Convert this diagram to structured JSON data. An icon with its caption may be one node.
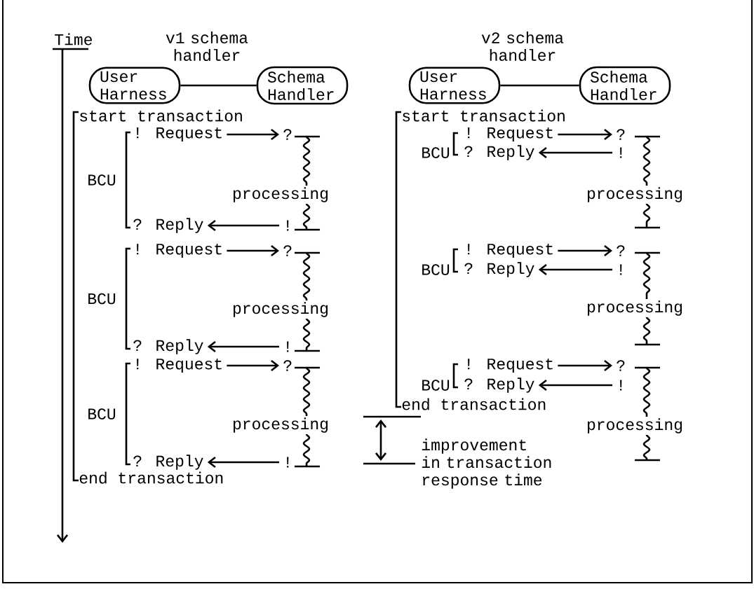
{
  "diagram": {
    "nodes": [
      {
        "text": [
          "User Harness"
        ]
      },
      {
        "text": [
          "Schema Handler"
        ]
      },
      {
        "text": [
          "User Harness"
        ]
      },
      {
        "text": [
          "Schema Handler"
        ]
      },
      {
        "text": [
          "! Request"
        ]
      },
      {
        "text": [
          "?"
        ]
      },
      {
        "text": [
          "? Reply"
        ]
      },
      {
        "text": [
          "!"
        ]
      },
      {
        "text": [
          "! Request"
        ]
      },
      {
        "text": [
          "?"
        ]
      },
      {
        "text": [
          "? Reply"
        ]
      },
      {
        "text": [
          "!"
        ]
      },
      {
        "text": [
          "! Request"
        ]
      },
      {
        "text": [
          "?"
        ]
      },
      {
        "text": [
          "? Reply"
        ]
      },
      {
        "text": [
          "!"
        ]
      },
      {
        "text": [
          "! Request"
        ]
      },
      {
        "text": [
          "?"
        ]
      },
      {
        "text": [
          "? Reply"
        ]
      },
      {
        "text": [
          "!"
        ]
      },
      {
        "text": [
          "! Request"
        ]
      },
      {
        "text": [
          "?"
        ]
      },
      {
        "text": [
          "? Reply"
        ]
      },
      {
        "text": [
          "!"
        ]
      },
      {
        "text": [
          "! Request"
        ]
      },
      {
        "text": [
          "?"
        ]
      },
      {
        "text": [
          "? Reply"
        ]
      },
      {
        "text": [
          "!"
        ]
      }
    ],
    "edges": [
      {
        "from": 0,
        "to": 1,
        "arrow": "none"
      },
      {
        "from": 2,
        "to": 3,
        "arrow": "none"
      },
      {
        "from": 4,
        "to": 5,
        "arrow": "to"
      },
      {
        "from": 7,
        "to": 6,
        "arrow": "to"
      },
      {
        "from": 8,
        "to": 9,
        "arrow": "to"
      },
      {
        "from": 11,
        "to": 10,
        "arrow": "to"
      },
      {
        "from": 12,
        "to": 13,
        "arrow": "to"
      },
      {
        "from": 15,
        "to": 14,
        "arrow": "to"
      },
      {
        "from": 16,
        "to": 17,
        "arrow": "to"
      },
      {
        "from": 19,
        "to": 18,
        "arrow": "to"
      },
      {
        "from": 20,
        "to": 21,
        "arrow": "to"
      },
      {
        "from": 23,
        "to": 22,
        "arrow": "to"
      },
      {
        "from": 24,
        "to": 25,
        "arrow": "to"
      },
      {
        "from": 27,
        "to": 26,
        "arrow": "to"
      }
    ],
    "labels": [
      "Time",
      "v1 schema handler",
      "v2 schema handler",
      "start transaction",
      "BCU",
      "processing",
      "BCU",
      "processing",
      "BCU",
      "processing",
      "end transaction",
      "start transaction",
      "BCU",
      "processing",
      "BCU",
      "processing",
      "BCU",
      "processing",
      "end transaction",
      "improvement in transaction response time"
    ]
  }
}
